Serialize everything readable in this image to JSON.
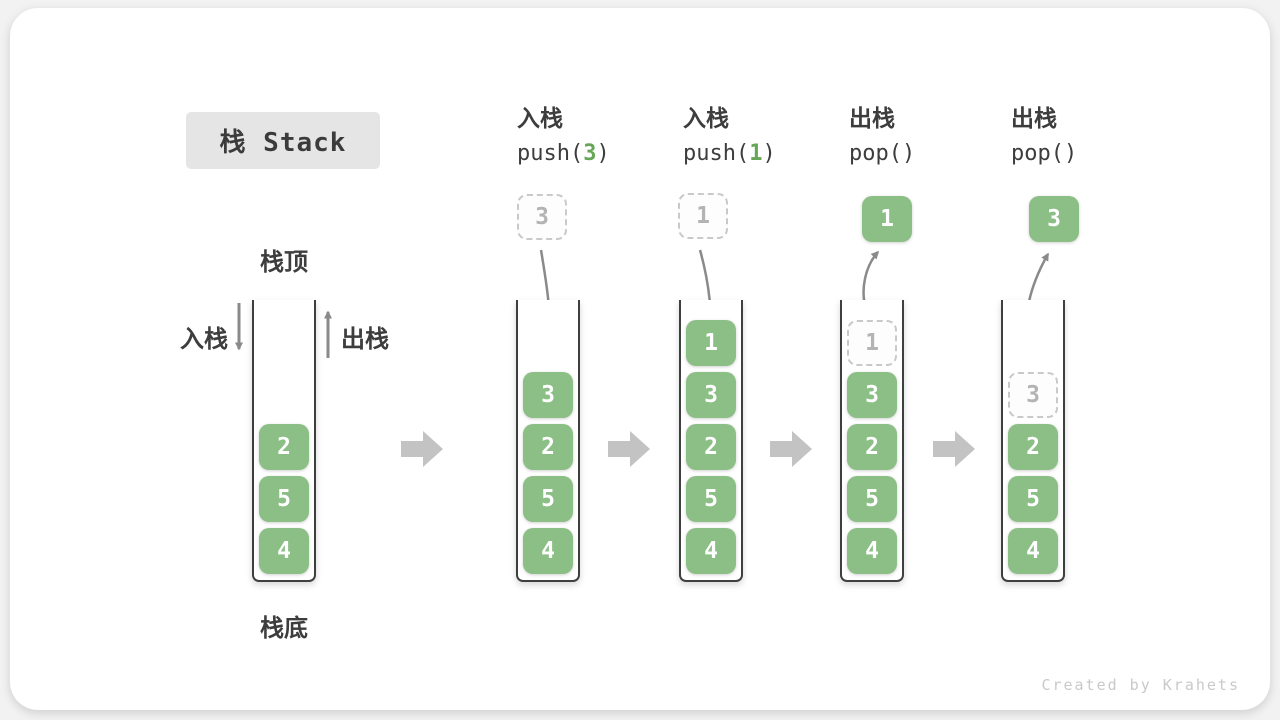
{
  "title": "栈 Stack",
  "watermark": "Created by Krahets",
  "labels": {
    "stack_top": "栈顶",
    "stack_bottom": "栈底",
    "push": "入栈",
    "pop": "出栈"
  },
  "colors": {
    "block_green": "#8CBF86",
    "code_arg_green": "#67a657",
    "arrow_gray": "#8a8a8a",
    "flow_arrow_gray": "#c3c3c3"
  },
  "operations": [
    {
      "action": "入栈",
      "code_pre": "push(",
      "code_arg": "3",
      "code_post": ")"
    },
    {
      "action": "入栈",
      "code_pre": "push(",
      "code_arg": "1",
      "code_post": ")"
    },
    {
      "action": "出栈",
      "code_pre": "pop(",
      "code_arg": "",
      "code_post": ")"
    },
    {
      "action": "出栈",
      "code_pre": "pop(",
      "code_arg": "",
      "code_post": ")"
    }
  ],
  "stacks": [
    {
      "name": "initial-state",
      "cells": [
        {
          "v": "2"
        },
        {
          "v": "5"
        },
        {
          "v": "4"
        }
      ]
    },
    {
      "name": "after-push-3",
      "floating": {
        "v": "3",
        "ghost": true
      },
      "cells": [
        {
          "v": "3"
        },
        {
          "v": "2"
        },
        {
          "v": "5"
        },
        {
          "v": "4"
        }
      ]
    },
    {
      "name": "after-push-1",
      "floating": {
        "v": "1",
        "ghost": true
      },
      "cells": [
        {
          "v": "1"
        },
        {
          "v": "3"
        },
        {
          "v": "2"
        },
        {
          "v": "5"
        },
        {
          "v": "4"
        }
      ]
    },
    {
      "name": "after-pop-1",
      "floating": {
        "v": "1",
        "ghost": false
      },
      "cells": [
        {
          "v": "1",
          "ghost": true
        },
        {
          "v": "3"
        },
        {
          "v": "2"
        },
        {
          "v": "5"
        },
        {
          "v": "4"
        }
      ]
    },
    {
      "name": "after-pop-3",
      "floating": {
        "v": "3",
        "ghost": false
      },
      "cells": [
        {
          "v": "3",
          "ghost": true
        },
        {
          "v": "2"
        },
        {
          "v": "5"
        },
        {
          "v": "4"
        }
      ]
    }
  ]
}
